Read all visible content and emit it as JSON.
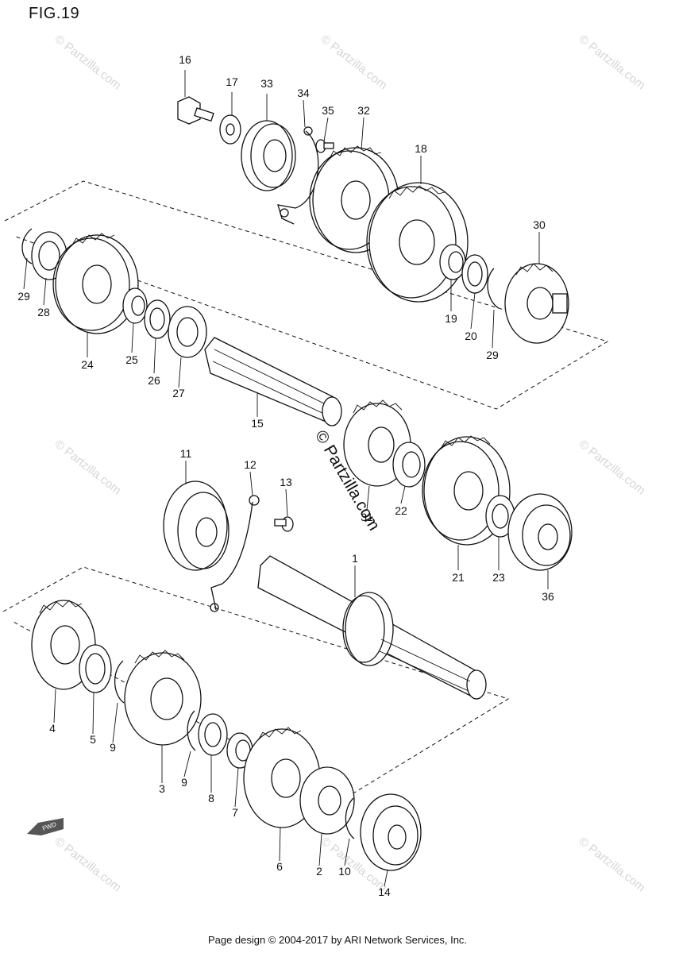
{
  "figure": {
    "title": "FIG.19"
  },
  "footer": {
    "text": "Page design © 2004-2017 by ARI Network Services, Inc."
  },
  "watermark": {
    "text": "© Partzilla.com"
  },
  "fwd_label": "FWD",
  "parts": [
    {
      "ref": "1"
    },
    {
      "ref": "2"
    },
    {
      "ref": "3"
    },
    {
      "ref": "4"
    },
    {
      "ref": "5"
    },
    {
      "ref": "6"
    },
    {
      "ref": "7"
    },
    {
      "ref": "8"
    },
    {
      "ref": "9"
    },
    {
      "ref": "9"
    },
    {
      "ref": "10"
    },
    {
      "ref": "11"
    },
    {
      "ref": "12"
    },
    {
      "ref": "13"
    },
    {
      "ref": "14"
    },
    {
      "ref": "15"
    },
    {
      "ref": "16"
    },
    {
      "ref": "17"
    },
    {
      "ref": "18"
    },
    {
      "ref": "19"
    },
    {
      "ref": "20"
    },
    {
      "ref": "21"
    },
    {
      "ref": "22"
    },
    {
      "ref": "23"
    },
    {
      "ref": "24"
    },
    {
      "ref": "25"
    },
    {
      "ref": "26"
    },
    {
      "ref": "27"
    },
    {
      "ref": "28"
    },
    {
      "ref": "29"
    },
    {
      "ref": "29"
    },
    {
      "ref": "30"
    },
    {
      "ref": "31"
    },
    {
      "ref": "32"
    },
    {
      "ref": "33"
    },
    {
      "ref": "34"
    },
    {
      "ref": "35"
    },
    {
      "ref": "36"
    }
  ]
}
